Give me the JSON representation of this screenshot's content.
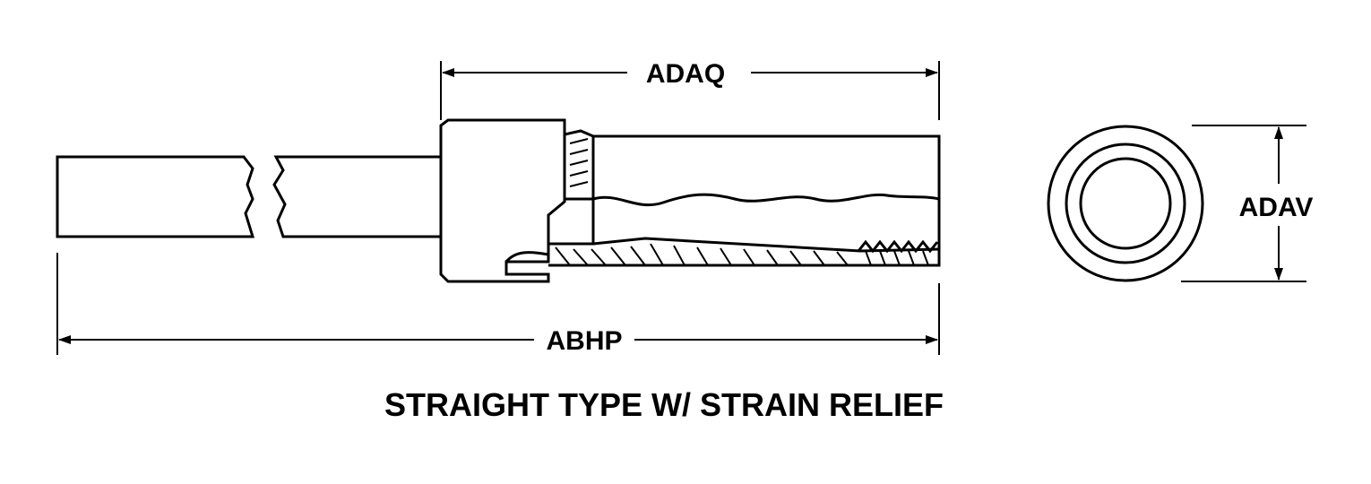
{
  "dimensions": {
    "top_length": "ADAQ",
    "overall_length": "ABHP",
    "diameter": "ADAV"
  },
  "caption": "STRAIGHT TYPE W/ STRAIN RELIEF"
}
